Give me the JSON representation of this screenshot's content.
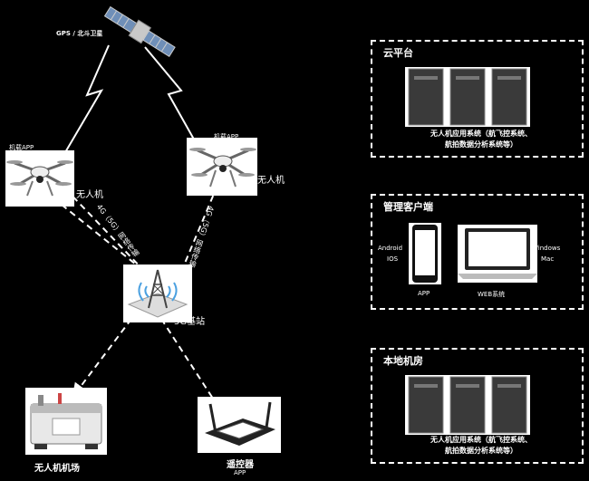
{
  "satellite": {
    "label": "GPS / 北斗卫星"
  },
  "drone_left": {
    "app_label": "机载APP",
    "name": "无人机"
  },
  "drone_right": {
    "app_label": "机载APP",
    "name": "无人机"
  },
  "link_left": {
    "text": "4G（5G）网络传输"
  },
  "link_right": {
    "text": "4G（5G）网络传输"
  },
  "base_station": {
    "label": "5G基站"
  },
  "hangar": {
    "label": "无人机机场"
  },
  "controller": {
    "label": "遥控器",
    "sublabel": "APP"
  },
  "cloud_panel": {
    "title": "云平台",
    "caption_line1": "无人机应用系统（航飞控系统、",
    "caption_line2": "航拍数据分析系统等）"
  },
  "client_panel": {
    "title": "管理客户端",
    "left_os_line1": "Android",
    "left_os_line2": "IOS",
    "right_os_line1": "Windows",
    "right_os_line2": "Mac",
    "phone_caption": "APP",
    "laptop_caption": "WEB系统"
  },
  "local_panel": {
    "title": "本地机房",
    "caption_line1": "无人机应用系统（航飞控系统、",
    "caption_line2": "航拍数据分析系统等）"
  }
}
